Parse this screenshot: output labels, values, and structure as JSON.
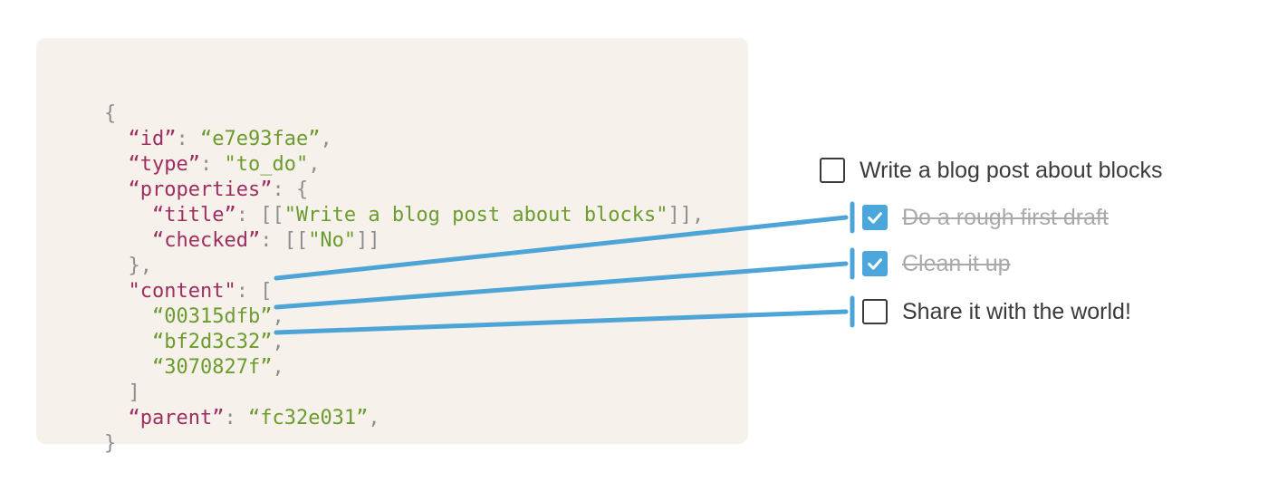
{
  "code_block": {
    "language": "json",
    "lines": [
      [
        [
          "pun",
          "{"
        ]
      ],
      [
        [
          "pun",
          "  "
        ],
        [
          "key",
          "“id”"
        ],
        [
          "pun",
          ": "
        ],
        [
          "str",
          "“e7e93fae”"
        ],
        [
          "pun",
          ","
        ]
      ],
      [
        [
          "pun",
          "  "
        ],
        [
          "key",
          "“type”"
        ],
        [
          "pun",
          ": "
        ],
        [
          "str",
          "\"to_do\""
        ],
        [
          "pun",
          ","
        ]
      ],
      [
        [
          "pun",
          "  "
        ],
        [
          "key",
          "“properties”"
        ],
        [
          "pun",
          ": {"
        ]
      ],
      [
        [
          "pun",
          "    "
        ],
        [
          "key",
          "“title”"
        ],
        [
          "pun",
          ": [["
        ],
        [
          "str",
          "\"Write a blog post about blocks\""
        ],
        [
          "pun",
          "]],"
        ]
      ],
      [
        [
          "pun",
          "    "
        ],
        [
          "key",
          "“checked”"
        ],
        [
          "pun",
          ": [["
        ],
        [
          "str",
          "\"No\""
        ],
        [
          "pun",
          "]]"
        ]
      ],
      [
        [
          "pun",
          "  },"
        ]
      ],
      [
        [
          "pun",
          "  "
        ],
        [
          "key",
          "\"content\""
        ],
        [
          "pun",
          ": ["
        ]
      ],
      [
        [
          "pun",
          "    "
        ],
        [
          "str",
          "“00315dfb”"
        ],
        [
          "pun",
          ","
        ]
      ],
      [
        [
          "pun",
          "    "
        ],
        [
          "str",
          "“bf2d3c32”"
        ],
        [
          "pun",
          ","
        ]
      ],
      [
        [
          "pun",
          "    "
        ],
        [
          "str",
          "“3070827f”"
        ],
        [
          "pun",
          ","
        ]
      ],
      [
        [
          "pun",
          "  ]"
        ]
      ],
      [
        [
          "pun",
          "  "
        ],
        [
          "key",
          "“parent”"
        ],
        [
          "pun",
          ": "
        ],
        [
          "str",
          "“fc32e031”"
        ],
        [
          "pun",
          ","
        ]
      ],
      [
        [
          "pun",
          "}"
        ]
      ]
    ]
  },
  "todo_list": {
    "items": [
      {
        "label": "Write a blog post about blocks",
        "checked": false,
        "struck": false,
        "indent": false
      },
      {
        "label": "Do a rough first draft",
        "checked": true,
        "struck": true,
        "indent": true
      },
      {
        "label": "Clean it up",
        "checked": true,
        "struck": true,
        "indent": true
      },
      {
        "label": "Share it with the world!",
        "checked": false,
        "struck": false,
        "indent": true
      }
    ]
  },
  "connections": [
    {
      "source_block": "00315dfb",
      "target_item": "Do a rough first draft"
    },
    {
      "source_block": "bf2d3c32",
      "target_item": "Clean it up"
    },
    {
      "source_block": "3070827f",
      "target_item": "Share it with the world!"
    }
  ],
  "colors": {
    "accent_blue": "#4DA5D7",
    "checkbox_checked_blue": "#4BA7DB",
    "json_key": "#A02D60",
    "json_string": "#6C9B2E",
    "json_punctuation": "#8E8E8E",
    "panel_background": "#F6F2EB",
    "checkbox_border": "#3A3A3A",
    "text_primary": "#3B3B3B",
    "text_struck": "#A9A9A9"
  }
}
